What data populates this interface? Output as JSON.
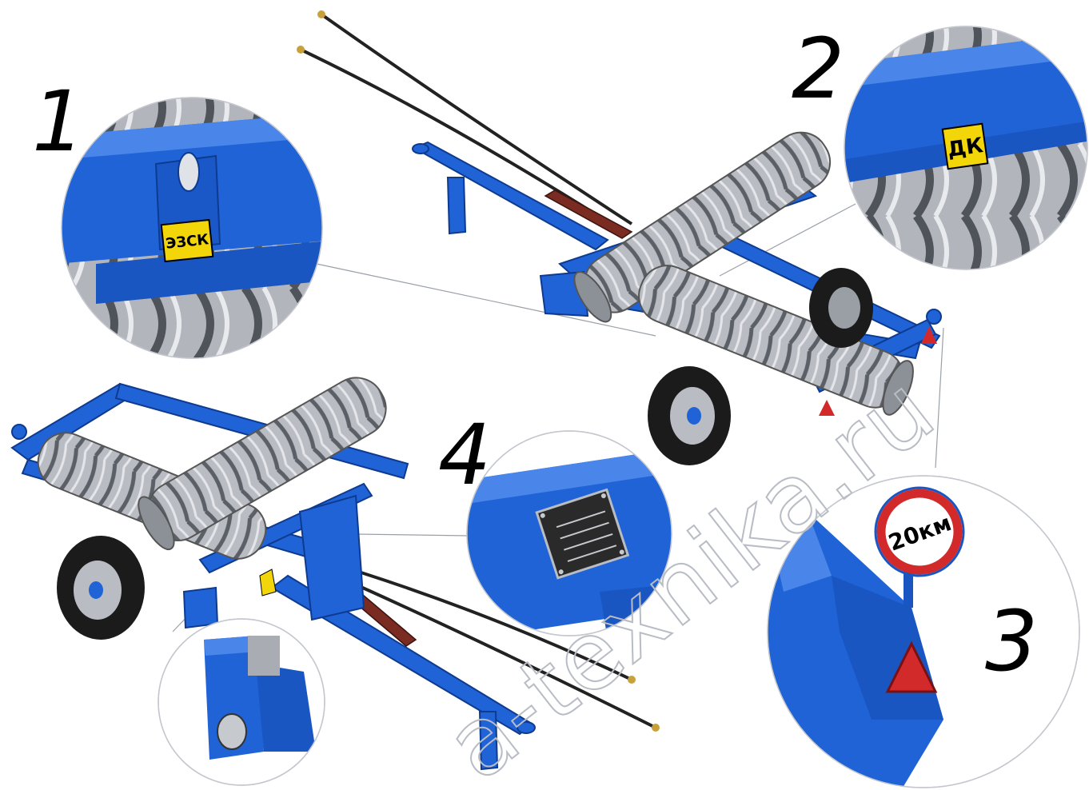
{
  "callouts": [
    {
      "number": "1",
      "label": "ЭЗСК"
    },
    {
      "number": "2",
      "label": "ДК"
    },
    {
      "number": "3",
      "label": "20км"
    },
    {
      "number": "4",
      "label": ""
    }
  ],
  "watermark": "a-texnika.ru",
  "colors": {
    "frame_blue": "#1f63d6",
    "frame_dark": "#123f9c",
    "roller_grey": "#a9adb3",
    "tire_black": "#1b1b1b",
    "label_yellow": "#f2d60a",
    "sign_red": "#d22a2a",
    "plate_black": "#2a2a2a"
  }
}
